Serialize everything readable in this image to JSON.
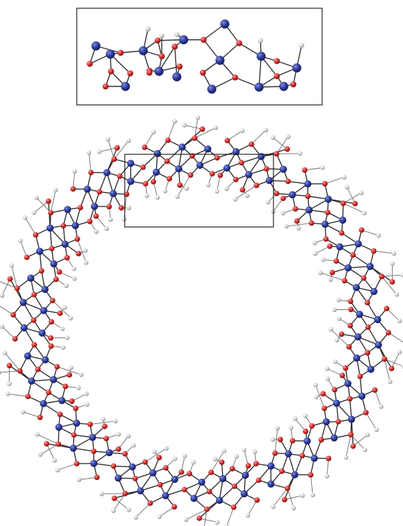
{
  "figure": {
    "panels": [
      {
        "id": "top-inset",
        "description_label": ""
      },
      {
        "id": "ring-structure",
        "description_label": ""
      }
    ],
    "atoms": {
      "metal": {
        "color": "#2f3c9c",
        "highlight": "#6f7fd6"
      },
      "oxygen": {
        "color": "#d42a2a",
        "highlight": "#f08a8a"
      },
      "hydrogen": {
        "color": "#c9cbcf",
        "highlight": "#ffffff"
      }
    },
    "bond_color": "#2b2b2b",
    "frame_color": "#1e1e1e",
    "ring": {
      "units": 14,
      "metals_per_unit": 6,
      "oxygens_per_unit": 12,
      "hydrogens_per_unit": 10
    }
  }
}
